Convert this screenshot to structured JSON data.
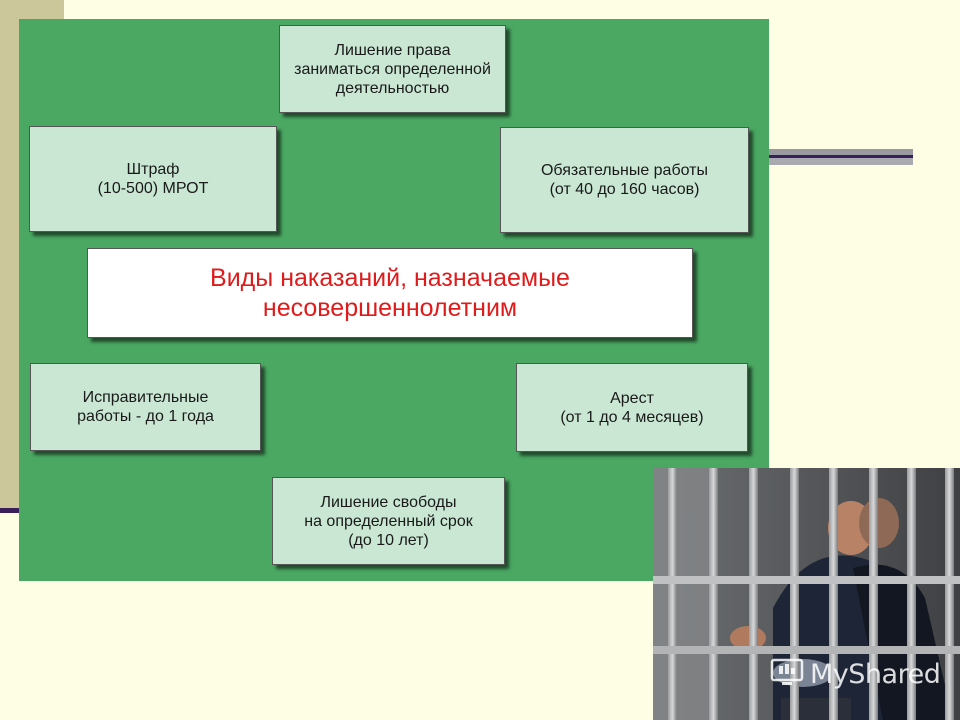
{
  "diagram": {
    "title": "Виды наказаний, назначаемые\nнесовершеннолетним",
    "boxes": [
      {
        "id": "deprivation-of-right",
        "text": "Лишение права\nзаниматься определенной\nдеятельностью"
      },
      {
        "id": "fine",
        "text": "Штраф\n(10-500) МРОТ"
      },
      {
        "id": "compulsory-work",
        "text": "Обязательные работы\n(от 40 до 160 часов)"
      },
      {
        "id": "correctional-work",
        "text": "Исправительные\nработы - до 1 года"
      },
      {
        "id": "arrest",
        "text": "Арест\n(от 1 до 4 месяцев)"
      },
      {
        "id": "imprisonment",
        "text": "Лишение свободы\nна определенный срок\n(до 10 лет)"
      }
    ]
  },
  "photo": {
    "subject": "prison-bars-photo"
  },
  "watermark": {
    "text": "MyShared"
  },
  "colors": {
    "panel": "#4aa862",
    "box": "#c9e7d3",
    "title_text": "#e01b1b",
    "background": "#fefee4"
  }
}
